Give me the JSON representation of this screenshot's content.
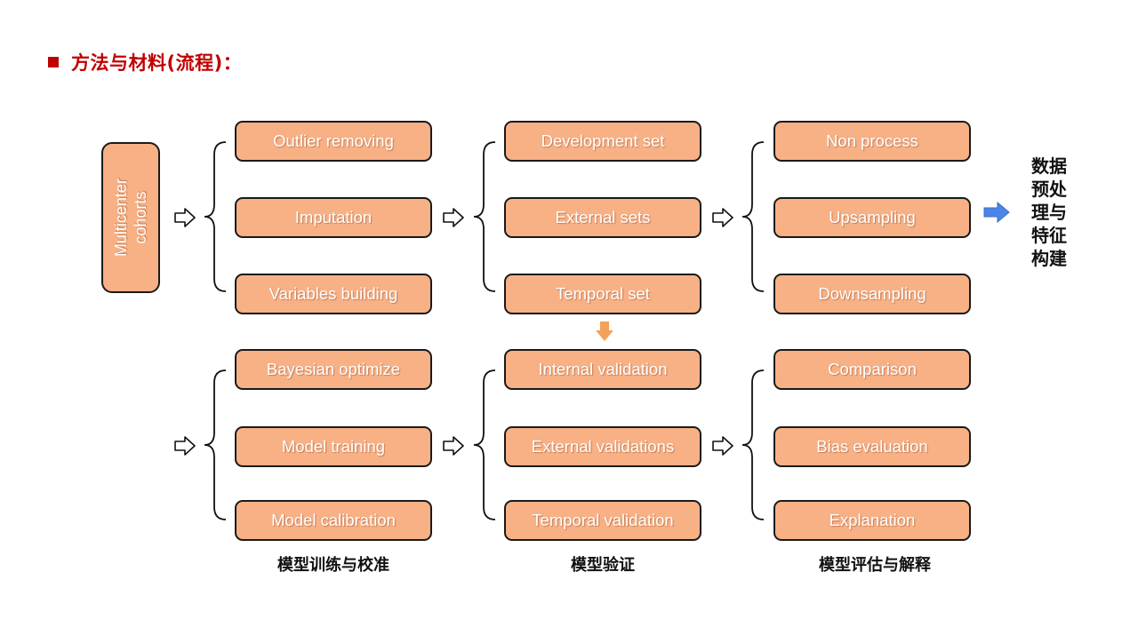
{
  "title": "方法与材料(流程)：",
  "cohort": {
    "line1": "Multicenter",
    "line2": "cohorts"
  },
  "row1": {
    "col1": [
      "Outlier removing",
      "Imputation",
      "Variables building"
    ],
    "col2": [
      "Development set",
      "External sets",
      "Temporal set"
    ],
    "col3": [
      "Non process",
      "Upsampling",
      "Downsampling"
    ]
  },
  "row2": {
    "col1": [
      "Bayesian optimize",
      "Model training",
      "Model calibration"
    ],
    "col2": [
      "Internal validation",
      "External validations",
      "Temporal validation"
    ],
    "col3": [
      "Comparison",
      "Bias evaluation",
      "Explanation"
    ]
  },
  "side_label": [
    "数据",
    "预处",
    "理与",
    "特征",
    "构建"
  ],
  "captions": {
    "col1": "模型训练与校准",
    "col2": "模型验证",
    "col3": "模型评估与解释"
  },
  "colors": {
    "box_fill": "#f8b085",
    "title_red": "#c00000",
    "blue_arrow": "#4a86e8",
    "orange_arrow": "#f4a15a"
  }
}
